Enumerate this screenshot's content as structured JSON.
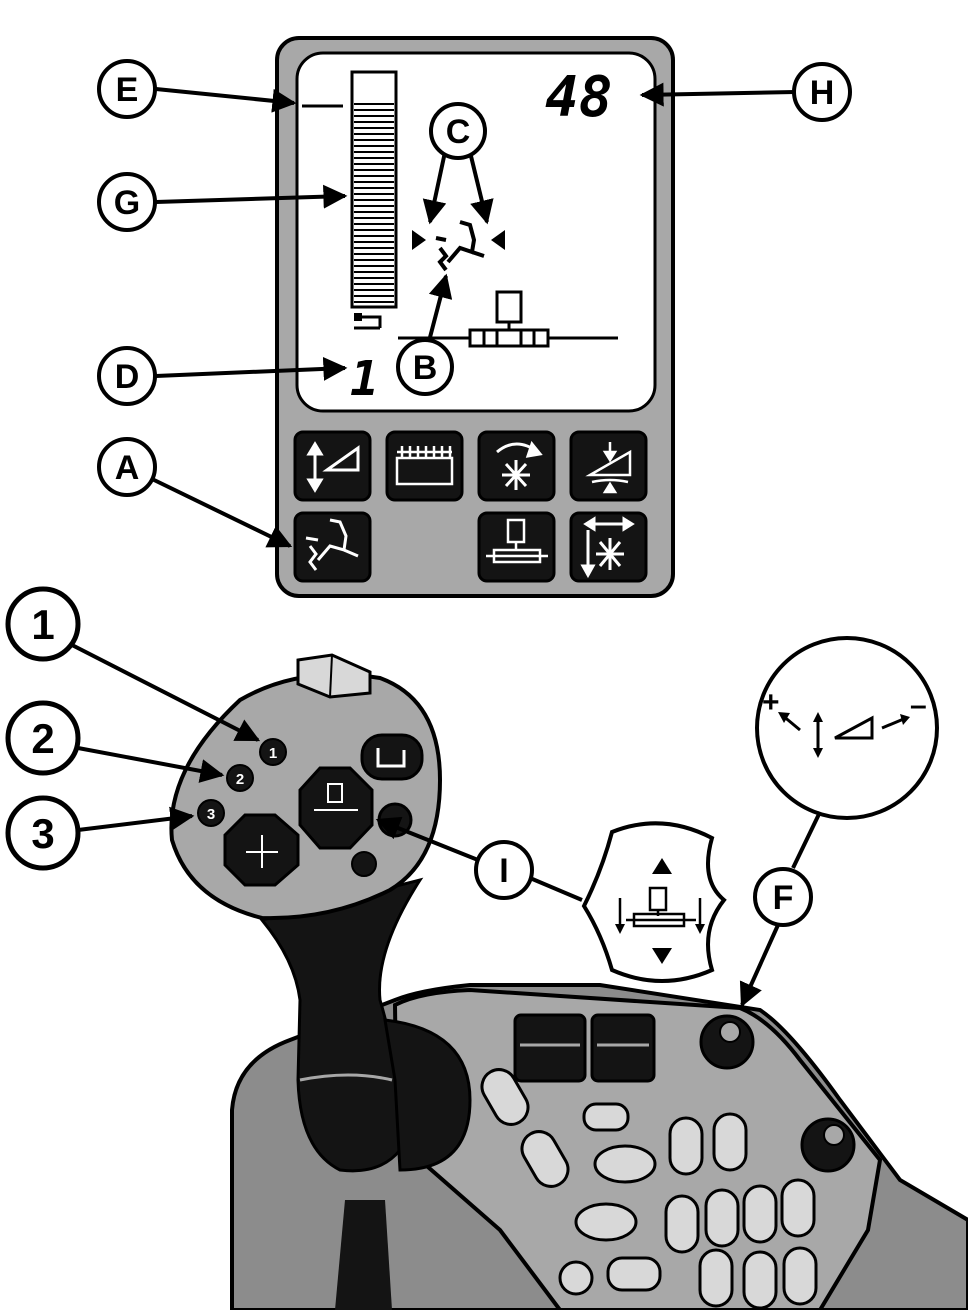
{
  "display": {
    "readout_value": "48",
    "level_number": "1",
    "bar_level": 1.0
  },
  "callouts": {
    "A": "A",
    "B": "B",
    "C": "C",
    "D": "D",
    "E": "E",
    "F": "F",
    "G": "G",
    "H": "H",
    "I": "I",
    "one": "1",
    "two": "2",
    "three": "3"
  },
  "joystick": {
    "button_1": "1",
    "button_2": "2",
    "button_3": "3"
  },
  "inset_sign": {
    "plus": "+",
    "minus": "–"
  },
  "icons": {
    "panel_buttons": [
      "hitch-height-icon",
      "header-reel-icon",
      "reel-speed-icon",
      "header-tilt-icon",
      "auto-header-icon",
      "header-float-icon",
      "reel-position-icon"
    ]
  },
  "colors": {
    "panel_gray": "#a8a8a8",
    "dark": "#141414",
    "screen": "#ffffff"
  }
}
